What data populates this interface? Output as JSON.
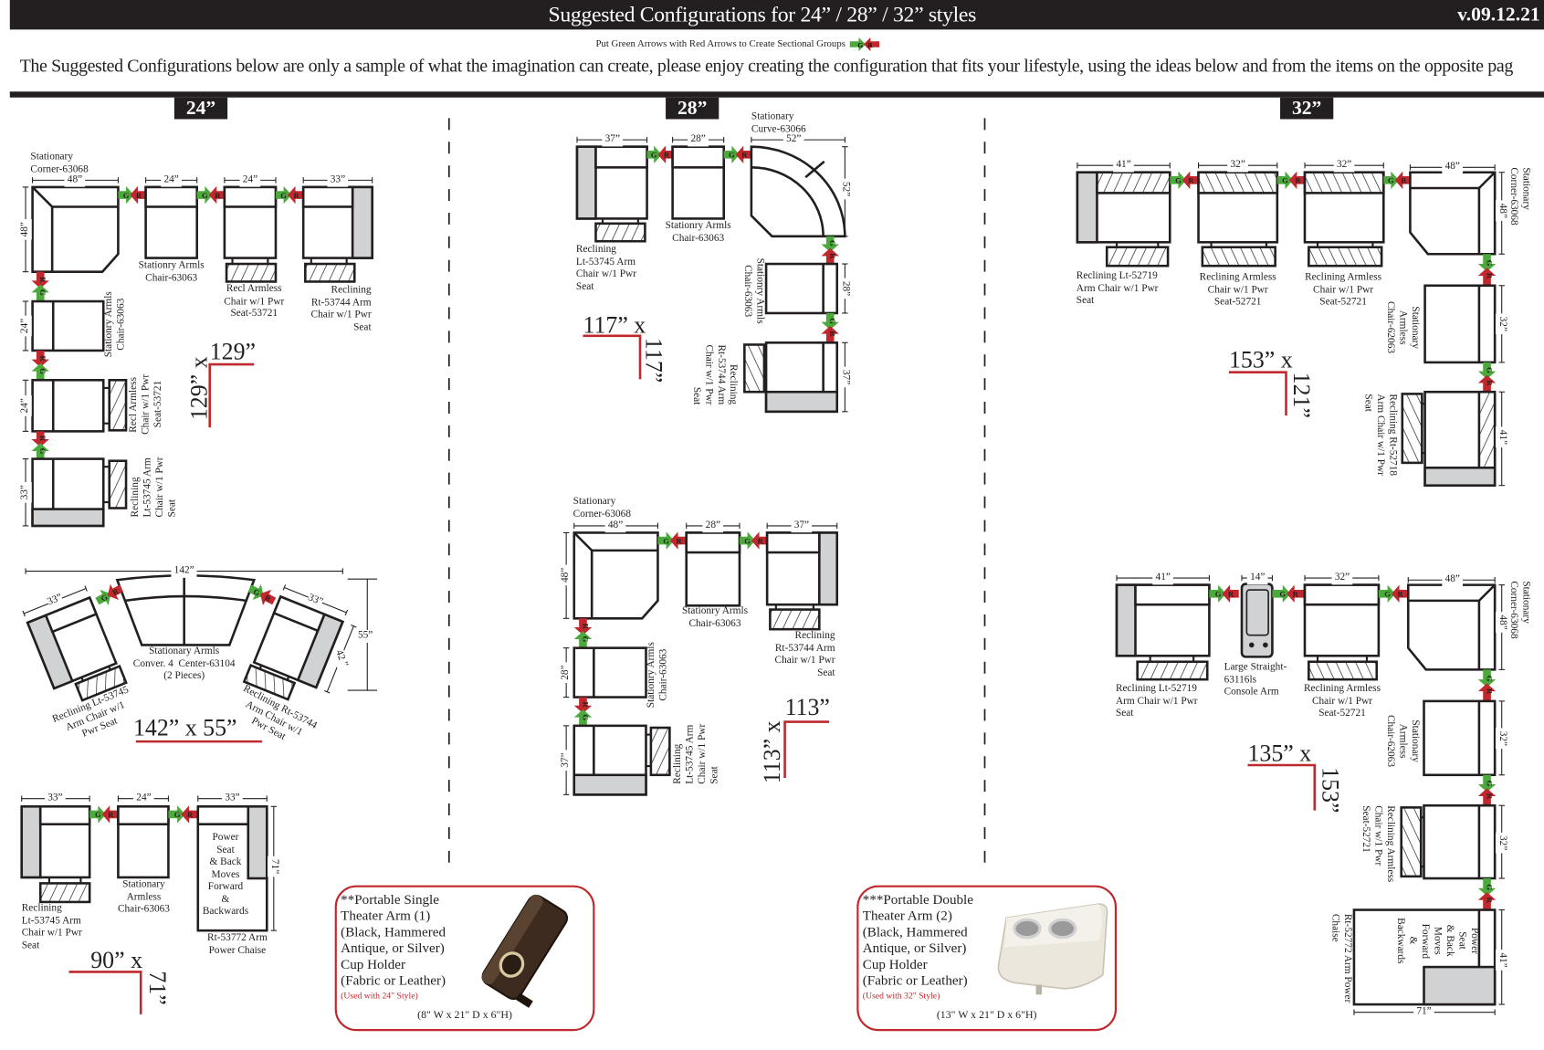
{
  "header": {
    "title": "Suggested Configurations for  24” / 28” / 32” styles",
    "version": "v.09.12.21"
  },
  "legend": {
    "text": "Put Green Arrows with Red Arrows to Create Sectional Groups",
    "g": "G",
    "r": "R"
  },
  "intro": "The Suggested Configurations below are only a sample of what the imagination can create, please enjoy creating the configuration that fits your lifestyle, using the ideas below and from the items on the opposite pag",
  "sections": {
    "s24": "24”",
    "s28": "28”",
    "s32": "32”"
  },
  "colors": {
    "green": "#4caa3c",
    "red": "#c0282d",
    "arm_gray": "#d1d2d4",
    "ink": "#231f20"
  },
  "c24a": {
    "corner": "Stationary\nCorner-63068",
    "armless": "Stationry Armls\nChair-63063",
    "recl_armless": "Recl Armless\nChair w/1 Pwr\nSeat-53721",
    "recl_rt": "Reclining\nRt-53744 Arm\nChair w/1 Pwr\nSeat",
    "col_armless": "Stationry Armls\nChair-63063",
    "col_recl_armless": "Recl Armless\nChair w/1 Pwr\nSeat-53721",
    "col_recl_lt": "Reclining\nLt-53745 Arm\nChair w/1 Pwr\nSeat",
    "dims_top": [
      "48”",
      "24”",
      "24”",
      "33”"
    ],
    "dims_left": [
      "48”",
      "24”",
      "24”",
      "33”"
    ],
    "total_h": "129”",
    "total_v": "129” x"
  },
  "c24b": {
    "center": "Stationary Armls\nConver. 4  Center-63104\n(2 Pieces)",
    "left": "Reclining Lt-53745\nArm Chair w/1\nPwr Seat",
    "right": "Reclining Rt-53744\nArm Chair w/1\nPwr Seat",
    "dim_total": "142”",
    "dim_left": "33”",
    "dim_right": "33”",
    "dim_side": "42 ”",
    "dim_depth": "55”",
    "total": "142” x 55”"
  },
  "c24c": {
    "recl_lt": "Reclining\nLt-53745 Arm\nChair w/1 Pwr\nSeat",
    "armless": "Stationary\nArmless\nChair-63063",
    "chaise_inner": "Power\nSeat\n& Back\nMoves\nForward\n&\nBackwards",
    "chaise": "Rt-53772 Arm\nPower Chaise",
    "dims_top": [
      "33”",
      "24”",
      "33”"
    ],
    "dim_side": "71”",
    "total_h": "90” x",
    "total_v": "71”"
  },
  "c28a": {
    "recl_lt": "Reclining\nLt-53745 Arm\nChair w/1 Pwr\nSeat",
    "armless": "Stationry Armls\nChair-63063",
    "curve": "Stationary\nCurve-63066",
    "col_armless": "Stationry Armls\nChair-63063",
    "col_recl_rt": "Reclining\nRt-53744 Arm\nChair w/1 Pwr\nSeat",
    "dims_top": [
      "37”",
      "28”",
      "52”"
    ],
    "dims_right": [
      "52”",
      "28”",
      "37”"
    ],
    "total_h": "117” x",
    "total_v": "117”"
  },
  "c28b": {
    "corner": "Stationary\nCorner-63068",
    "armless": "Stationry Armls\nChair-63063",
    "recl_rt": "Reclining\nRt-53744 Arm\nChair w/1 Pwr\nSeat",
    "col_armless": "Stationry Armls\nChair-63063",
    "col_recl_lt": "Reclining\nLt-53745 Arm\nChair w/1 Pwr\nSeat",
    "dims_top": [
      "48”",
      "28”",
      "37”"
    ],
    "dims_left": [
      "48”",
      "28”",
      "37”"
    ],
    "total_h": "113”",
    "total_v": "113” x"
  },
  "c32a": {
    "recl_lt": "Reclining Lt-52719\nArm Chair w/1 Pwr\nSeat",
    "recl_armless1": "Reclining Armless\nChair w/1 Pwr\nSeat-52721",
    "recl_armless2": "Reclining Armless\nChair w/1 Pwr\nSeat-52721",
    "corner": "Stationary\nCorner-63068",
    "col_armless": "Stationary\nArmless\nChair-62063",
    "col_recl_rt": "Reclining Rt-52718\nArm Chair w/1 Pwr\nSeat",
    "dims_top": [
      "41”",
      "32”",
      "32”",
      "48”"
    ],
    "dims_right": [
      "48”",
      "32”",
      "41”"
    ],
    "total_h": "153” x",
    "total_v": "121”"
  },
  "c32b": {
    "recl_lt": "Reclining Lt-52719\nArm Chair w/1 Pwr\nSeat",
    "console": "Large Straight-\n63116ls\nConsole Arm",
    "recl_armless": "Reclining Armless\nChair w/1 Pwr\nSeat-52721",
    "corner": "Stationary\nCorner-63068",
    "col_armless": "Stationary\nArmless\nChair-62063",
    "col_recl_armless": "Reclining Armless\nChair w/1 Pwr\nSeat-52721",
    "chaise_inner": "Power\nSeat\n& Back\nMoves\nForward\n&\nBackwards",
    "chaise": "Rt-52772 Arm Power\nChaise",
    "dims_top": [
      "41”",
      "14”",
      "32”",
      "48”"
    ],
    "dims_right": [
      "48”",
      "32”",
      "32”",
      "41”"
    ],
    "dim_bottom": "71”",
    "total_h": "135” x",
    "total_v": "153”"
  },
  "accessories": [
    {
      "text": "**Portable Single\nTheater Arm (1)\n(Black, Hammered\nAntique, or Silver)\nCup Holder\n(Fabric or Leather)",
      "note": "(Used with 24\" Style)",
      "size": "(8\" W x 21\" D x 6\"H)"
    },
    {
      "text": "***Portable Double\nTheater Arm (2)\n(Black, Hammered\nAntique, or Silver)\nCup Holder\n(Fabric or Leather)",
      "note": "(Used with 32\" Style)",
      "size": "(13\" W x 21\" D x 6\"H)"
    }
  ]
}
